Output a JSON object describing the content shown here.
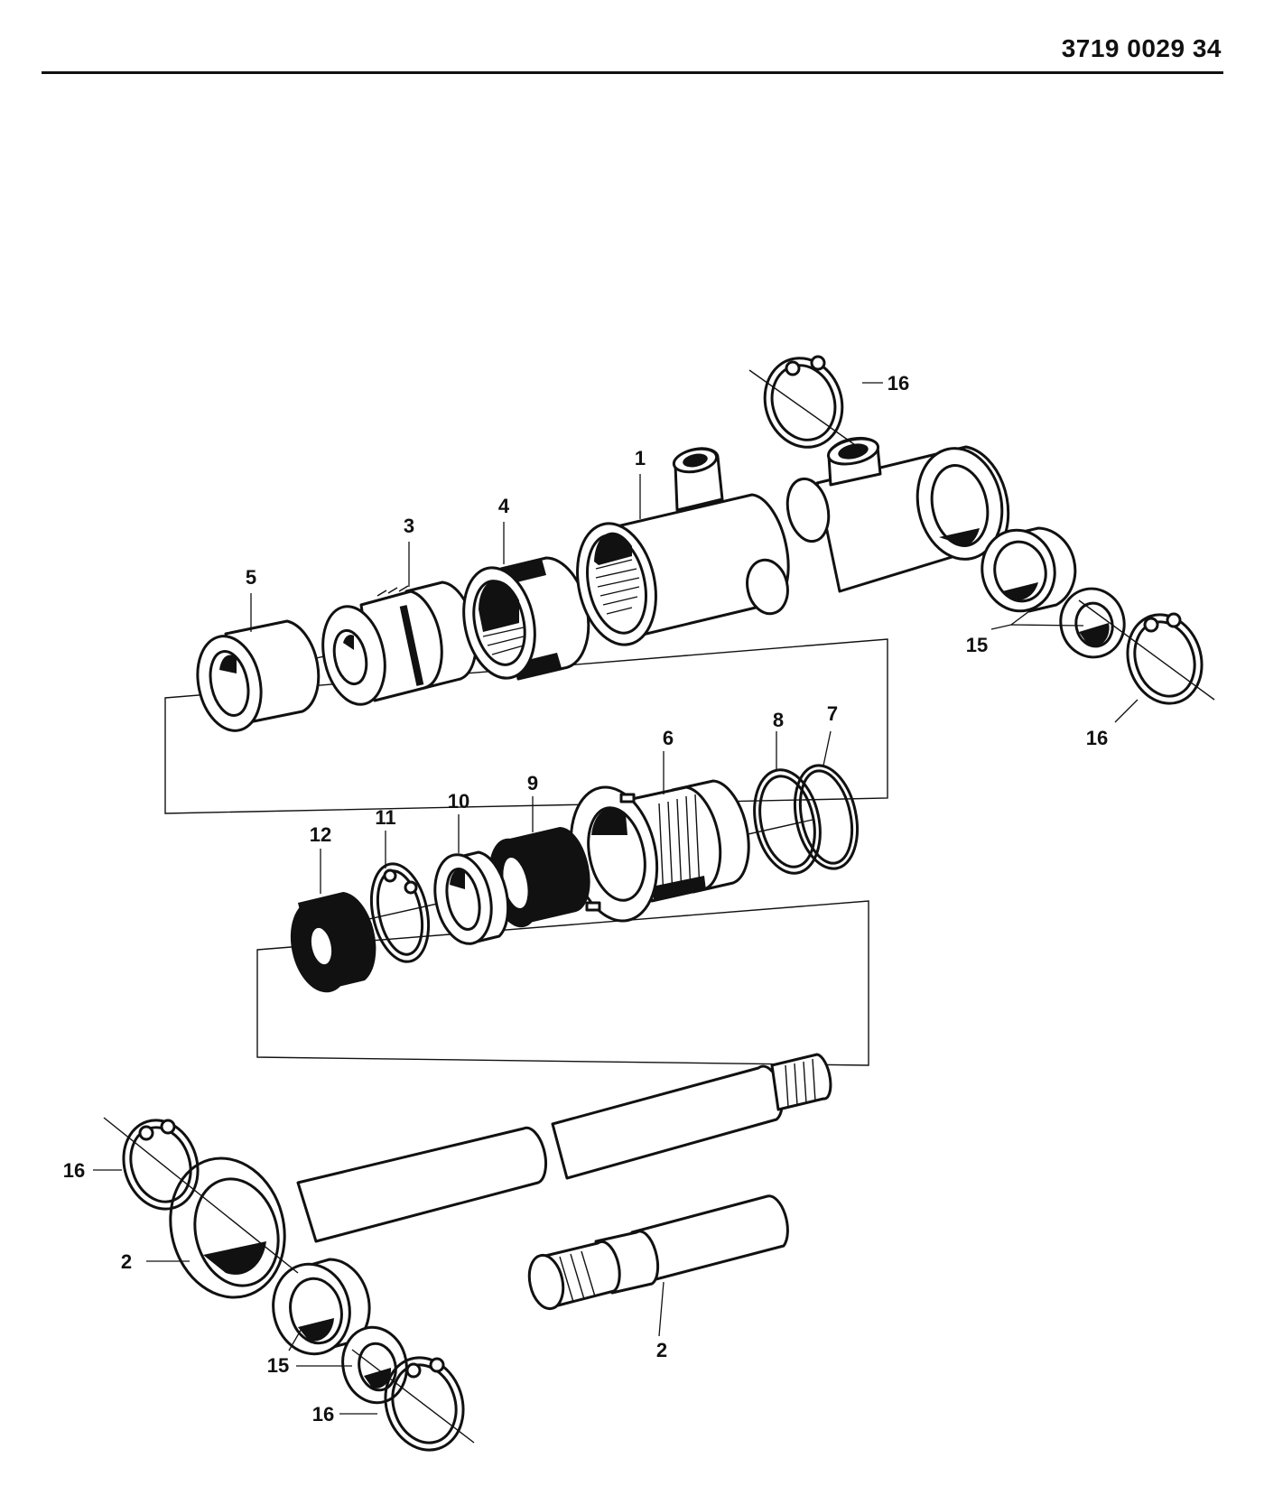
{
  "header": {
    "page_number": "3719 0029 34"
  },
  "diagram": {
    "callouts": [
      {
        "id": "c1",
        "label": "1"
      },
      {
        "id": "c2a",
        "label": "2"
      },
      {
        "id": "c2b",
        "label": "2"
      },
      {
        "id": "c3",
        "label": "3"
      },
      {
        "id": "c4",
        "label": "4"
      },
      {
        "id": "c5",
        "label": "5"
      },
      {
        "id": "c6",
        "label": "6"
      },
      {
        "id": "c7",
        "label": "7"
      },
      {
        "id": "c8",
        "label": "8"
      },
      {
        "id": "c9",
        "label": "9"
      },
      {
        "id": "c10",
        "label": "10"
      },
      {
        "id": "c11",
        "label": "11"
      },
      {
        "id": "c12",
        "label": "12"
      },
      {
        "id": "c15a",
        "label": "15"
      },
      {
        "id": "c15b",
        "label": "15"
      },
      {
        "id": "c16a",
        "label": "16"
      },
      {
        "id": "c16b",
        "label": "16"
      },
      {
        "id": "c16c",
        "label": "16"
      },
      {
        "id": "c16d",
        "label": "16"
      }
    ]
  }
}
